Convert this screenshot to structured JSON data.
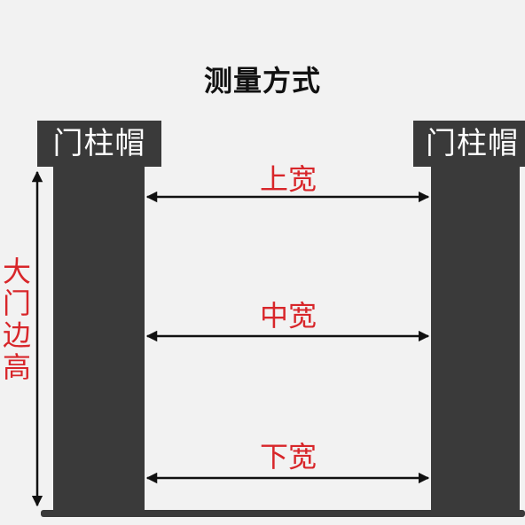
{
  "title": "测量方式",
  "left_cap": "门柱帽",
  "right_cap": "门柱帽",
  "top_width": "上宽",
  "middle_width": "中宽",
  "bottom_width": "下宽",
  "height_label": "大门边高",
  "colors": {
    "background": "#f2f2f2",
    "pillar": "#3a3a3a",
    "cap": "#3a3a3a",
    "label_red": "#d8262a",
    "arrow": "#111111"
  }
}
